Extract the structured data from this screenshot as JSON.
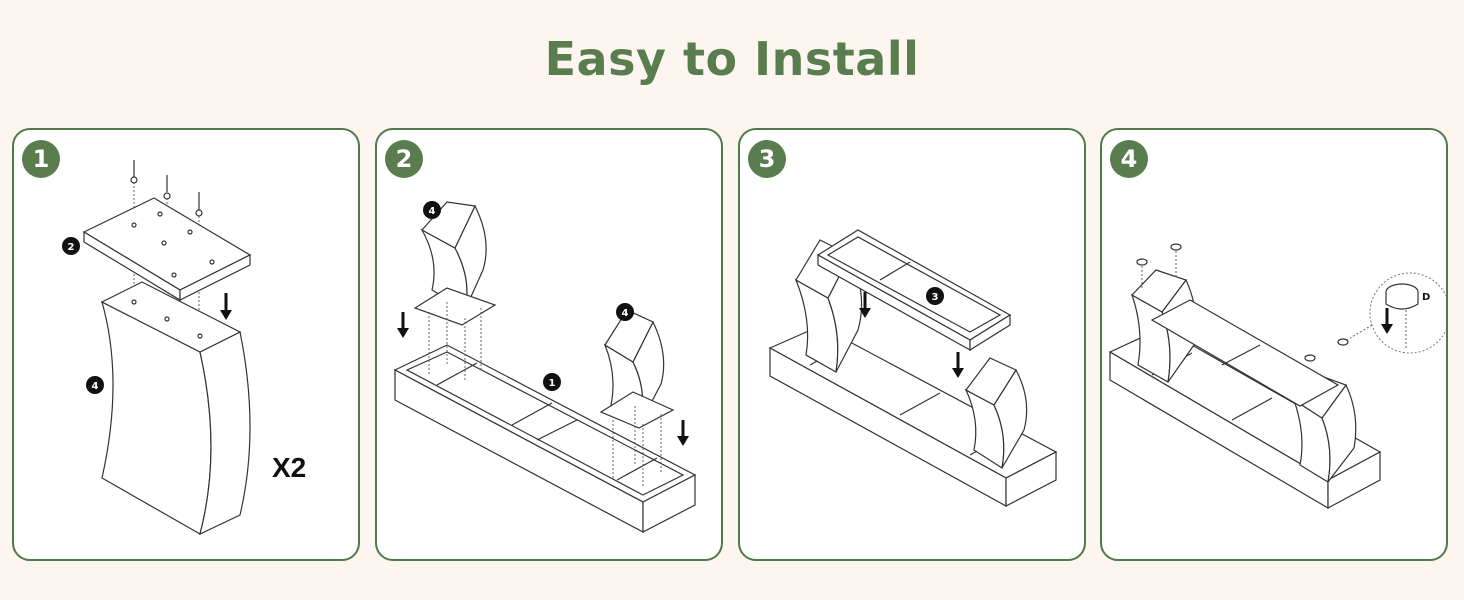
{
  "title": "Easy to Install",
  "colors": {
    "accent": "#5a7d4f",
    "background": "#fdf6f0",
    "panel_border": "#4f7a4a"
  },
  "steps": [
    {
      "number": "1",
      "part_labels": [
        "2",
        "4"
      ],
      "quantity": "X2"
    },
    {
      "number": "2",
      "part_labels": [
        "4",
        "4",
        "1"
      ]
    },
    {
      "number": "3",
      "part_labels": [
        "3"
      ]
    },
    {
      "number": "4",
      "part_labels": [
        "D"
      ]
    }
  ]
}
